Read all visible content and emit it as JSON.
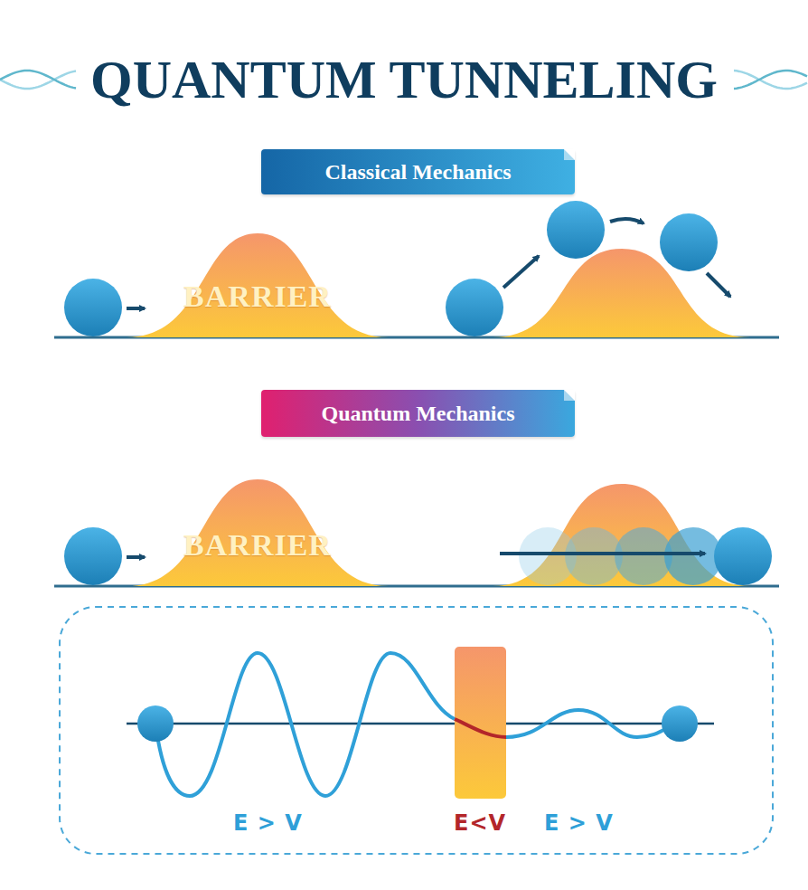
{
  "diagram": {
    "title": "QUANTUM TUNNELING",
    "nodes": [
      {
        "text": [
          "Classical Mechanics"
        ]
      },
      {
        "text": [
          "BARRIER"
        ]
      },
      {
        "text": [
          "Quantum Mechanics"
        ]
      },
      {
        "text": [
          "BARRIER"
        ]
      }
    ],
    "labels": [
      "E > V",
      "E<V",
      "E > V"
    ]
  }
}
